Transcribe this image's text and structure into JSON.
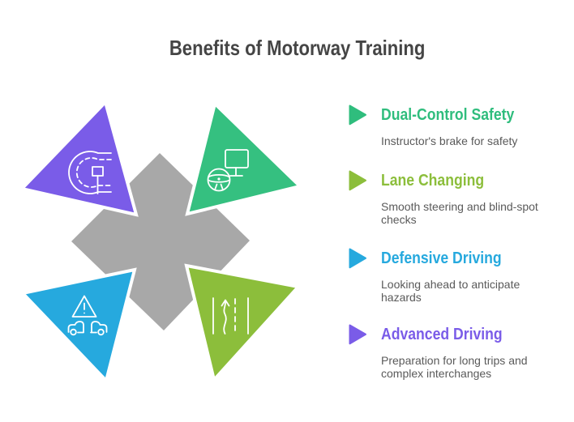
{
  "title": "Benefits of Motorway Training",
  "colors": {
    "gray_center": "#A8A8A8",
    "title_text": "#454545",
    "body_text": "#5a5a5a",
    "white": "#ffffff"
  },
  "diagram": {
    "center_color": "#A8A8A8",
    "segments": [
      {
        "position": "top-left",
        "color": "#7A5CE8",
        "icon": "curved-road-icon"
      },
      {
        "position": "top-right",
        "color": "#35C080",
        "icon": "steering-wheel-monitor-icon"
      },
      {
        "position": "bottom-left",
        "color": "#26A9DE",
        "icon": "hazard-warning-cars-icon"
      },
      {
        "position": "bottom-right",
        "color": "#8CBE3B",
        "icon": "lane-change-markings-icon"
      }
    ]
  },
  "benefits": [
    {
      "heading": "Dual-Control Safety",
      "description": "Instructor's brake for safety",
      "color": "#2FBD7D",
      "icon": "play-triangle-icon"
    },
    {
      "heading": "Lane Changing",
      "description": "Smooth steering and blind-spot checks",
      "color": "#8CBE3B",
      "icon": "play-triangle-icon"
    },
    {
      "heading": "Defensive Driving",
      "description": "Looking ahead to anticipate hazards",
      "color": "#26A9DE",
      "icon": "play-triangle-icon"
    },
    {
      "heading": "Advanced Driving",
      "description": "Preparation for long trips and complex interchanges",
      "color": "#7A5CE8",
      "icon": "play-triangle-icon"
    }
  ]
}
